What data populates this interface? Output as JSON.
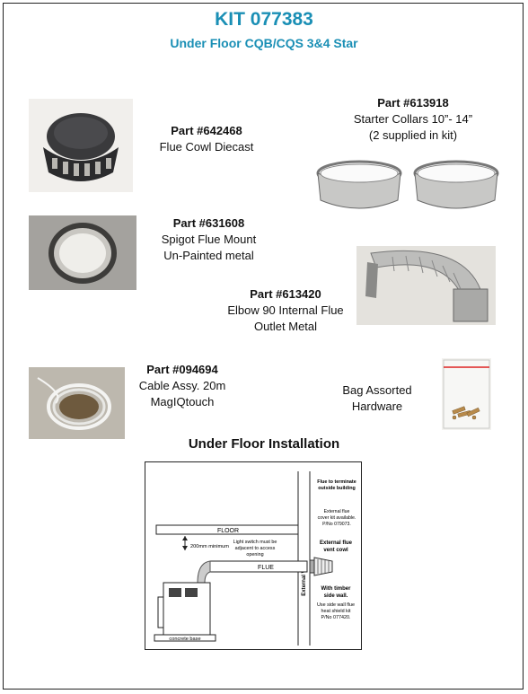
{
  "header": {
    "title": "KIT 077383",
    "subtitle": "Under Floor CQB/CQS 3&4 Star"
  },
  "parts": [
    {
      "number": "Part #642468",
      "lines": [
        "Flue Cowl Diecast"
      ]
    },
    {
      "number": "Part #613918",
      "lines": [
        "Starter Collars 10”- 14”",
        "(2 supplied in kit)"
      ]
    },
    {
      "number": "Part #631608",
      "lines": [
        "Spigot Flue Mount",
        "Un-Painted metal"
      ]
    },
    {
      "number": "Part #613420",
      "lines": [
        "Elbow 90 Internal Flue",
        "Outlet Metal"
      ]
    },
    {
      "number": "Part #094694",
      "lines": [
        "Cable Assy. 20m",
        "MagIQtouch"
      ]
    },
    {
      "number": "",
      "lines": [
        "Bag Assorted",
        "Hardware"
      ]
    }
  ],
  "section_title": "Under Floor Installation",
  "diagram": {
    "flue_terminate": [
      "Flue to terminate",
      "outside building"
    ],
    "external_cover": [
      "External flue",
      "cover kit available.",
      "P/No 079073."
    ],
    "floor": "FLOOR",
    "min_gap": "200mm minimum",
    "light_switch": [
      "Light switch must be",
      "adjacent to access",
      "opening"
    ],
    "flue": "FLUE",
    "external_wall": "External Wall",
    "vent_cowl": [
      "External flue",
      "vent cowl"
    ],
    "timber": [
      "With timber",
      "side wall."
    ],
    "heat_shield": [
      "Use side wall flue",
      "heat shield kit",
      "P/No 077420."
    ],
    "base": "concrete base"
  }
}
